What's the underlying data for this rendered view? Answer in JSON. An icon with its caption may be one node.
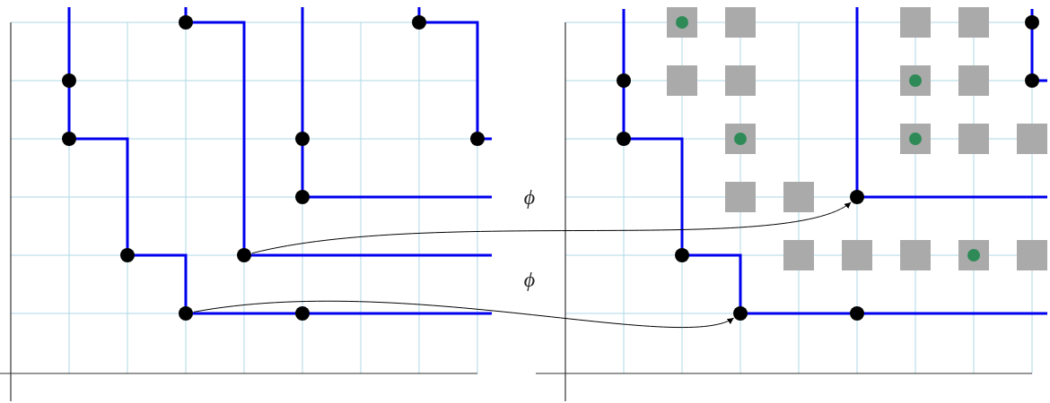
{
  "diagram": {
    "nodes": [
      {
        "text": [],
        "shape": "circle"
      },
      {
        "text": [],
        "shape": "circle"
      },
      {
        "text": [],
        "shape": "circle"
      },
      {
        "text": [],
        "shape": "circle"
      }
    ],
    "edges": [
      {
        "from": 0,
        "to": 2,
        "arrow": "to",
        "label": "ϕ"
      },
      {
        "from": 1,
        "to": 3,
        "arrow": "to",
        "label": "ϕ"
      }
    ]
  }
}
